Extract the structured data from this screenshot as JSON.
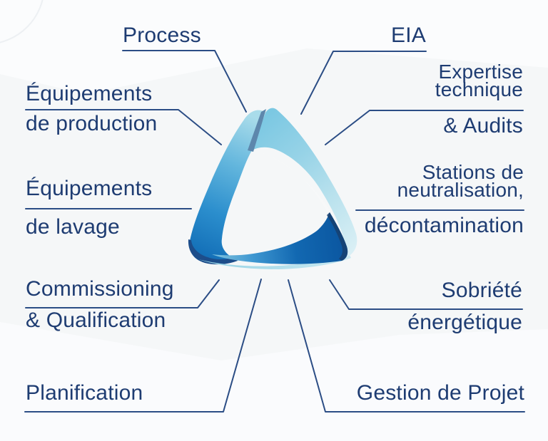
{
  "diagram": {
    "type": "radial-capabilities-diagram",
    "center_logo": "triangle-loop-logo",
    "colors": {
      "text": "#1e3c72",
      "line": "#2b4d85",
      "background": "#f5f7f8",
      "logo_light_blue": "#8ed0e5",
      "logo_pale_blue": "#cdeaf2",
      "logo_medium_blue": "#2b8ecd",
      "logo_dark_blue": "#0a569f",
      "logo_navy": "#1d4d8a"
    },
    "labels": {
      "process": {
        "text": "Process"
      },
      "eia": {
        "text": "EIA"
      },
      "equip_production": {
        "line1": "Équipements",
        "line2": "de production"
      },
      "expertise": {
        "line1": "Expertise",
        "line2": "technique",
        "line3": "& Audits"
      },
      "equip_lavage": {
        "line1": "Équipements",
        "line2": "de lavage"
      },
      "stations": {
        "line1": "Stations de",
        "line2": "neutralisation,",
        "line3": "décontamination"
      },
      "commissioning": {
        "line1": "Commissioning",
        "line2": "& Qualification"
      },
      "sobriete": {
        "line1": "Sobriété",
        "line2": "énergétique"
      },
      "planification": {
        "text": "Planification"
      },
      "gestion": {
        "text": "Gestion de Projet"
      }
    }
  }
}
